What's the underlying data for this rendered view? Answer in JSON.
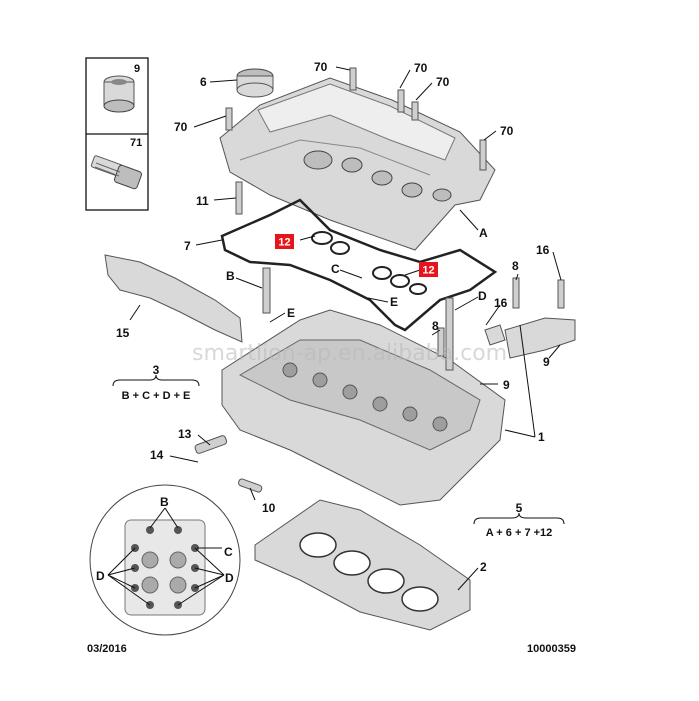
{
  "labels": {
    "n70": "70",
    "n6": "6",
    "n11": "11",
    "n7": "7",
    "n12": "12",
    "nA": "A",
    "nB": "B",
    "nC": "C",
    "nD": "D",
    "nE": "E",
    "n8": "8",
    "n16": "16",
    "n9": "9",
    "n15": "15",
    "n3": "3",
    "n13": "13",
    "n14": "14",
    "n10": "10",
    "n1": "1",
    "n5": "5",
    "n2": "2",
    "n71": "71"
  },
  "formulas": {
    "kit3": "B + C + D + E",
    "kit5": "A + 6 + 7 +12"
  },
  "footer": {
    "date": "03/2016",
    "ref": "10000359"
  },
  "watermark": "smartlion-ap.en.alibaba.com",
  "colors": {
    "highlight": "#e8141b"
  }
}
